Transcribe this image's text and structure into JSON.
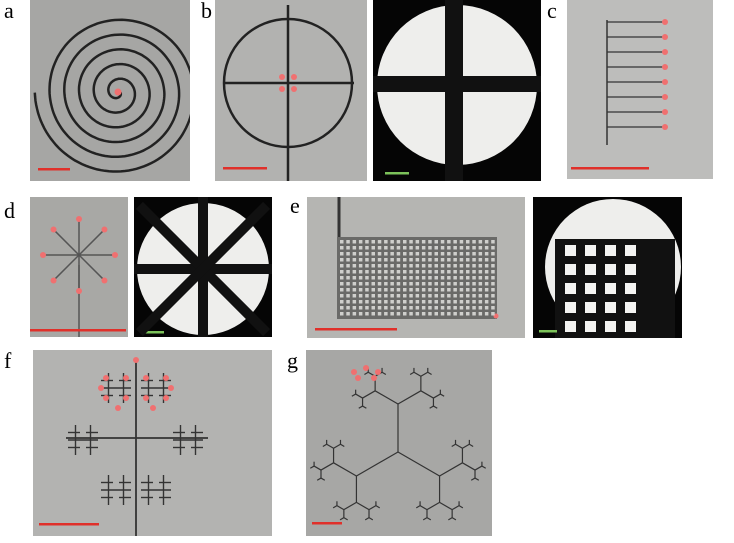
{
  "panels": [
    {
      "label": "a"
    },
    {
      "label": "b"
    },
    {
      "label": "c"
    },
    {
      "label": "d"
    },
    {
      "label": "e"
    },
    {
      "label": "f"
    },
    {
      "label": "g"
    }
  ],
  "colors": {
    "scale_bar_red": "#e0302a",
    "scale_bar_green": "#7cc25a",
    "marker": "#f07070",
    "photo_gray": "#a9a9a7",
    "dark": "#111111"
  }
}
